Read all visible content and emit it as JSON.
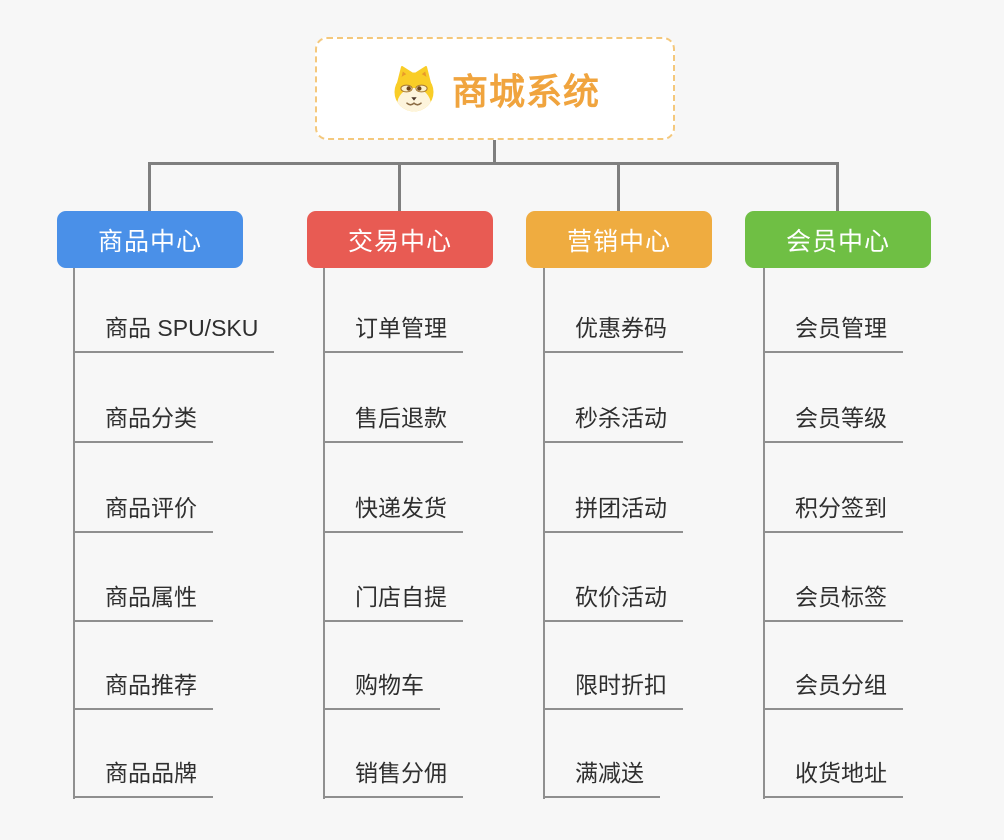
{
  "root": {
    "title": "商城系统",
    "icon": "shiba-dog-icon"
  },
  "branches": [
    {
      "label": "商品中心",
      "color": "#4A90E8",
      "items": [
        "商品 SPU/SKU",
        "商品分类",
        "商品评价",
        "商品属性",
        "商品推荐",
        "商品品牌"
      ]
    },
    {
      "label": "交易中心",
      "color": "#E85B53",
      "items": [
        "订单管理",
        "售后退款",
        "快递发货",
        "门店自提",
        "购物车",
        "销售分佣"
      ]
    },
    {
      "label": "营销中心",
      "color": "#EFAC40",
      "items": [
        "优惠券码",
        "秒杀活动",
        "拼团活动",
        "砍价活动",
        "限时折扣",
        "满减送"
      ]
    },
    {
      "label": "会员中心",
      "color": "#6FBF44",
      "items": [
        "会员管理",
        "会员等级",
        "积分签到",
        "会员标签",
        "会员分组",
        "收货地址"
      ]
    }
  ],
  "colors": {
    "page_background": "#f7f7f7",
    "root_accent": "#F0A43E",
    "root_border": "#F4C87C",
    "connector": "#7F7F7F",
    "item_underline": "#8F8F8F",
    "item_text": "#2F2F2F"
  }
}
